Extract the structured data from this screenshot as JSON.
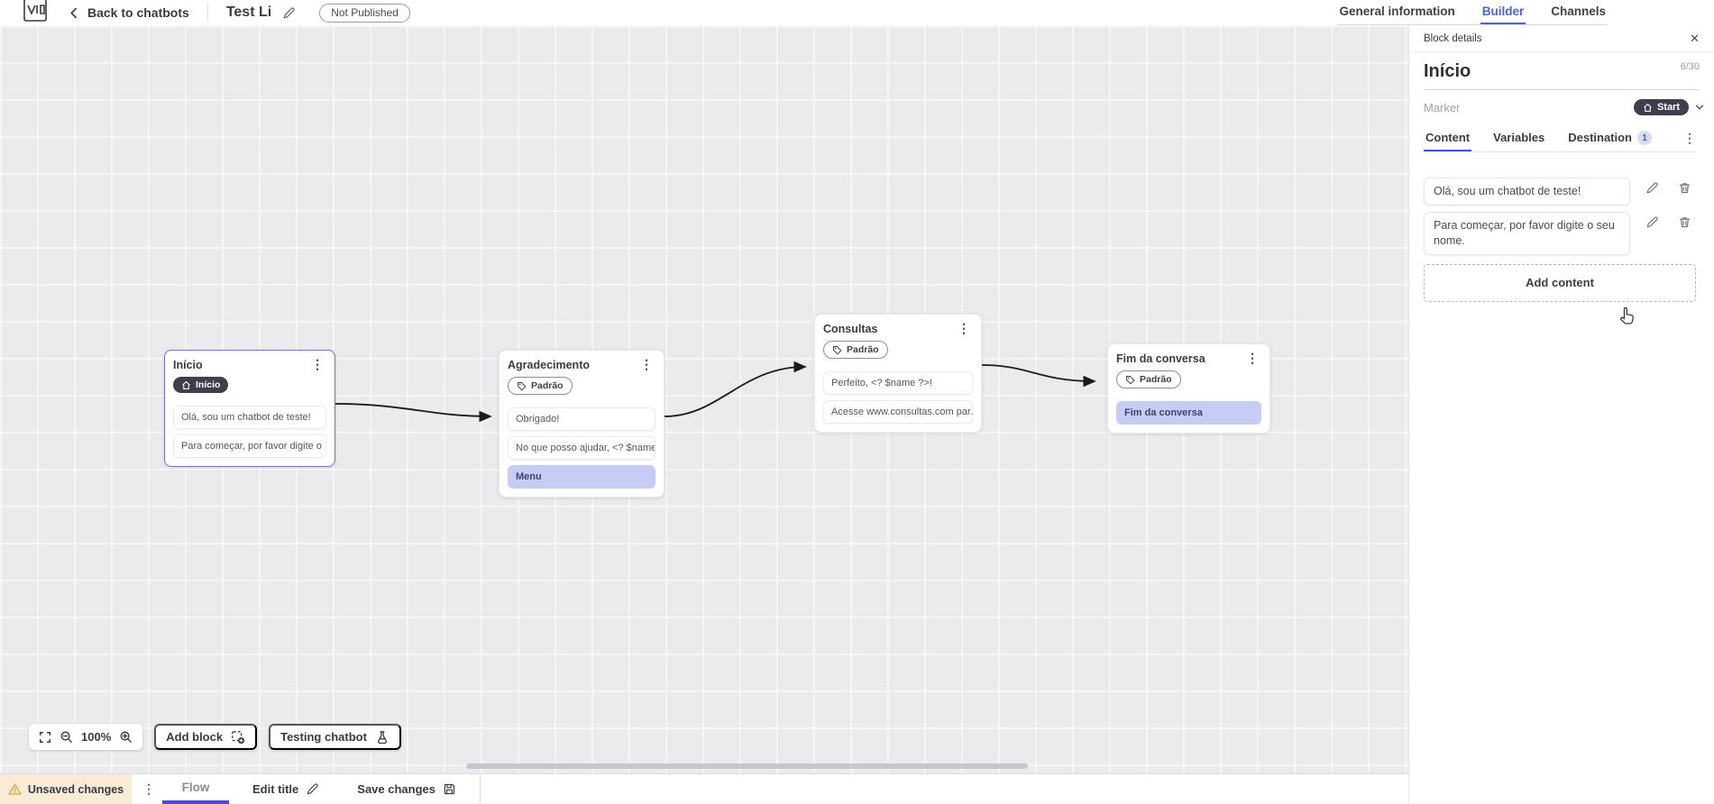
{
  "header": {
    "back_label": "Back to chatbots",
    "bot_title": "Test Li",
    "status_badge": "Not Published",
    "tabs": [
      {
        "label": "General information"
      },
      {
        "label": "Builder"
      },
      {
        "label": "Channels"
      }
    ]
  },
  "panel": {
    "header_title": "Block details",
    "block_name": "Início",
    "name_counter": "6/30",
    "marker_label": "Marker",
    "marker_value": "Start",
    "tabs": [
      {
        "label": "Content"
      },
      {
        "label": "Variables"
      },
      {
        "label": "Destination",
        "badge": "1"
      }
    ],
    "messages": [
      "Olá, sou um chatbot de teste!",
      "Para começar, por favor digite o seu nome."
    ],
    "add_content_label": "Add content"
  },
  "canvas": {
    "zoom_level": "100%",
    "add_block_label": "Add block",
    "testing_label": "Testing chatbot",
    "blocks": [
      {
        "title": "Início",
        "marker": "Início",
        "rows": [
          "Olá, sou um chatbot de teste!",
          "Para começar, por favor digite o ..."
        ]
      },
      {
        "title": "Agradecimento",
        "marker": "Padrão",
        "rows": [
          "Obrigado!",
          "No que posso ajudar, <? $name ...",
          "Menu"
        ]
      },
      {
        "title": "Consultas",
        "marker": "Padrão",
        "rows": [
          "Perfeito, <? $name ?>!",
          "Acesse www.consultas.com par..."
        ]
      },
      {
        "title": "Fim da conversa",
        "marker": "Padrão",
        "rows": [
          "Fim da conversa"
        ]
      }
    ]
  },
  "bottom_bar": {
    "unsaved_label": "Unsaved changes",
    "flow_tab": "Flow",
    "edit_title_label": "Edit title",
    "save_label": "Save changes"
  },
  "icons": {
    "menu_dots": "⋮",
    "close": "✕"
  },
  "colors": {
    "accent_blue": "#4663e0",
    "flow_underline": "#5247d2",
    "selection_purple": "#7d6ce2",
    "lavender_row": "#c6cdf5",
    "dark_pill": "#403e4d",
    "unsaved_bg": "#f8ecd6",
    "warning_icon": "#dfa23a",
    "canvas_bg": "#ebebed"
  }
}
